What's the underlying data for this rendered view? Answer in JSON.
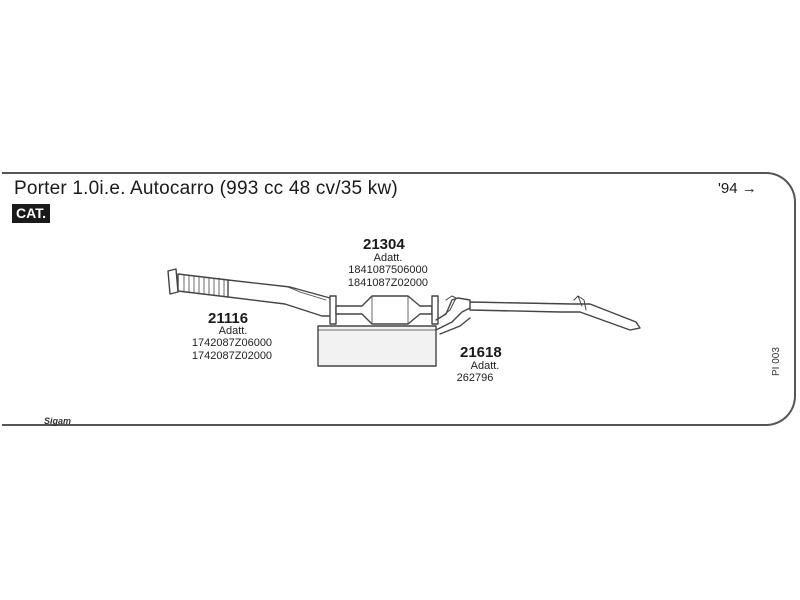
{
  "header": {
    "title": "Porter 1.0i.e. Autocarro (993 cc 48 cv/35 kw)",
    "year": "'94 →",
    "cat_label": "CAT."
  },
  "parts": [
    {
      "number": "21304",
      "label": "Adatt.",
      "codes": [
        "1841087506000",
        "1841087Z02000"
      ]
    },
    {
      "number": "21116",
      "label": "Adatt.",
      "codes": [
        "1742087Z06000",
        "1742087Z02000"
      ]
    },
    {
      "number": "21618",
      "label": "Adatt.",
      "codes": [
        "262796"
      ]
    }
  ],
  "page_code": "PI 003",
  "brand": "Sigam",
  "colors": {
    "outline": "#555555",
    "line": "#444444",
    "muffler_fill": "#f2f2f2"
  }
}
